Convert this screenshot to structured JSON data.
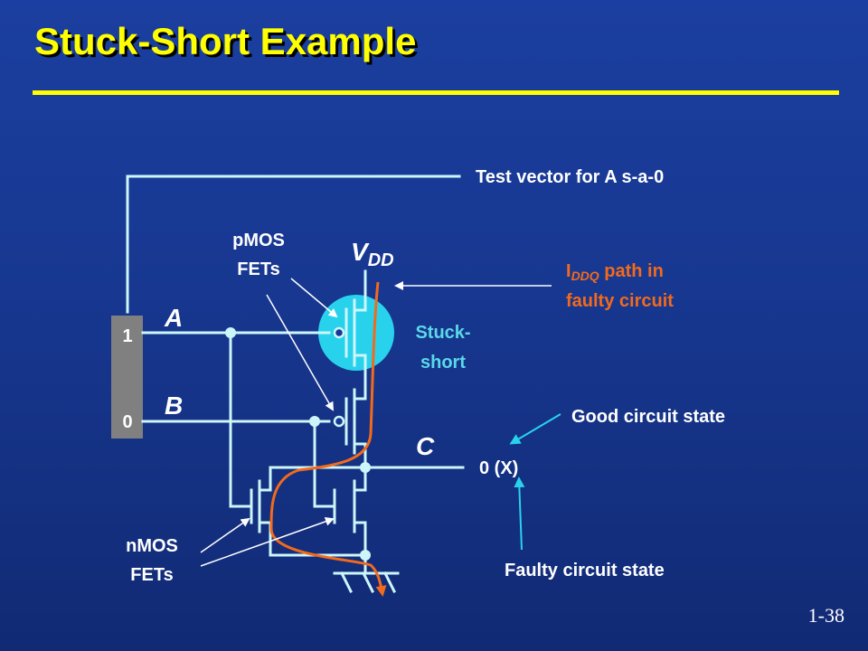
{
  "slide": {
    "title": "Stuck-Short Example",
    "page_number": "1-38"
  },
  "labels": {
    "test_vector": "Test vector for A s-a-0",
    "pmos_line1": "pMOS",
    "pmos_line2": "FETs",
    "nmos_line1": "nMOS",
    "nmos_line2": "FETs",
    "vdd_main": "V",
    "vdd_sub": "DD",
    "iddq_main": "I",
    "iddq_sub": "DDQ",
    "iddq_rest": " path in",
    "iddq_line2": "faulty circuit",
    "stuck_line1": "Stuck-",
    "stuck_line2": "short",
    "input_a": "A",
    "input_b": "B",
    "output_c": "C",
    "vector_bit_1": "1",
    "vector_bit_2": "0",
    "output_value": "0 (X)",
    "good_state": "Good circuit state",
    "faulty_state": "Faulty circuit state"
  },
  "colors": {
    "background": "#1b3fa0",
    "title": "#ffff00",
    "wire": "#ccf6fa",
    "fault_highlight": "#29d2ec",
    "current_path": "#f26a1b",
    "vector_box": "#808080"
  }
}
